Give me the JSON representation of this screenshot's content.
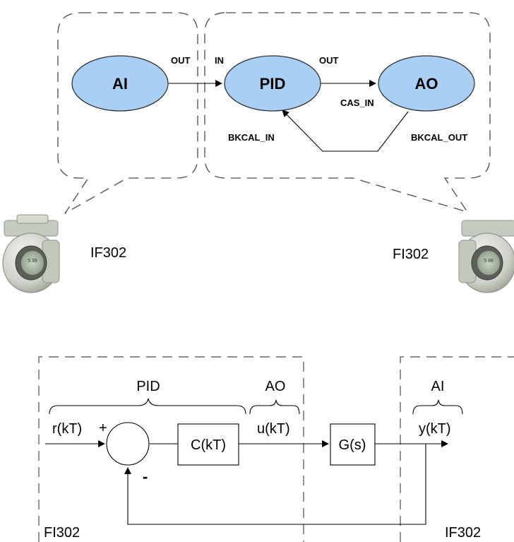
{
  "colors": {
    "ellipse_fill": "#a9cff5",
    "ellipse_stroke": "#2b2b2b",
    "line": "#000000",
    "dashed": "#4a4a4a",
    "device_body": "#d8dcd4",
    "device_shadow": "#8f9489"
  },
  "function_blocks": {
    "ai": {
      "label": "AI",
      "output": "OUT"
    },
    "pid": {
      "label": "PID",
      "input": "IN",
      "output": "OUT",
      "feedback_input": "BKCAL_IN"
    },
    "ao": {
      "label": "AO",
      "input": "CAS_IN",
      "feedback_output": "BKCAL_OUT"
    }
  },
  "devices": {
    "left": {
      "tag": "IF302",
      "display": "5.99",
      "icon": "transmitter-device-icon"
    },
    "right": {
      "tag": "FI302",
      "display": "5.99",
      "icon": "transmitter-device-icon"
    }
  },
  "control_loop": {
    "pid_label": "PID",
    "ao_label": "AO",
    "ai_label": "AI",
    "reference": "r(kT)",
    "plus_sign": "+",
    "minus_sign": "-",
    "controller": "C(kT)",
    "control_signal": "u(kT)",
    "plant": "G(s)",
    "output": "y(kT)",
    "left_device": "FI302",
    "right_device": "IF302"
  }
}
